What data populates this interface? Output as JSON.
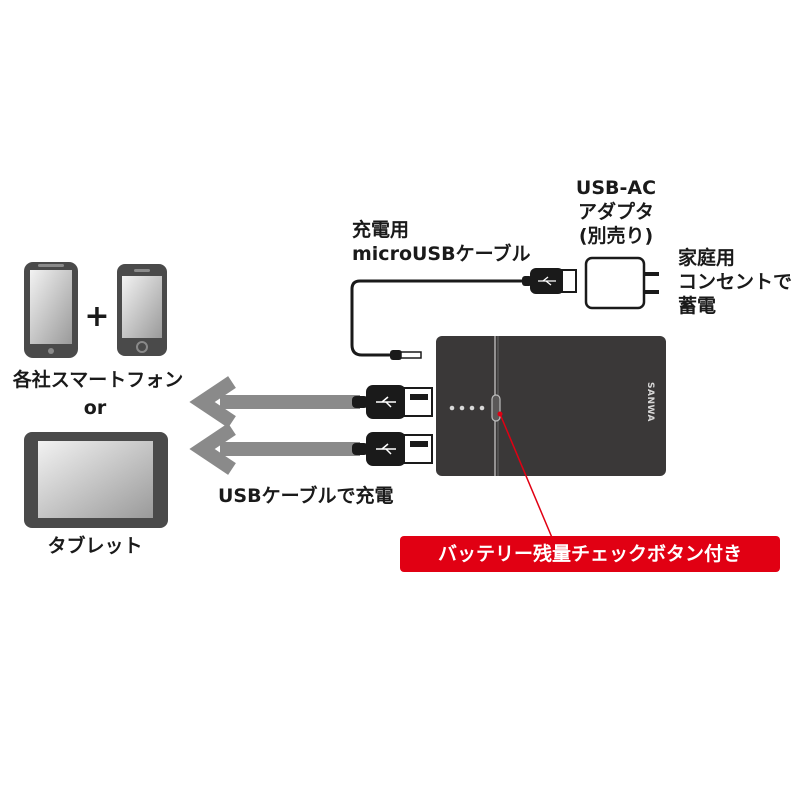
{
  "labels": {
    "usb_ac_line1": "USB-AC",
    "usb_ac_line2": "アダプタ",
    "usb_ac_line3": "(別売り)",
    "outlet_line1": "家庭用",
    "outlet_line2": "コンセントで",
    "outlet_line3": "蓄電",
    "micro_cable_line1": "充電用",
    "micro_cable_line2": "microUSBケーブル",
    "smartphone": "各社スマートフォン",
    "or": "or",
    "plus": "+",
    "tablet": "タブレット",
    "usb_cable_charge": "USBケーブルで充電",
    "battery_button": "バッテリー残量チェックボタン付き"
  },
  "device": {
    "brand_text": "SANWA"
  },
  "colors": {
    "device_body": "#3a3838",
    "arrow_gray": "#8a8a8a",
    "accent_red": "#e10013",
    "phone_gray": "#4a4a4a"
  }
}
